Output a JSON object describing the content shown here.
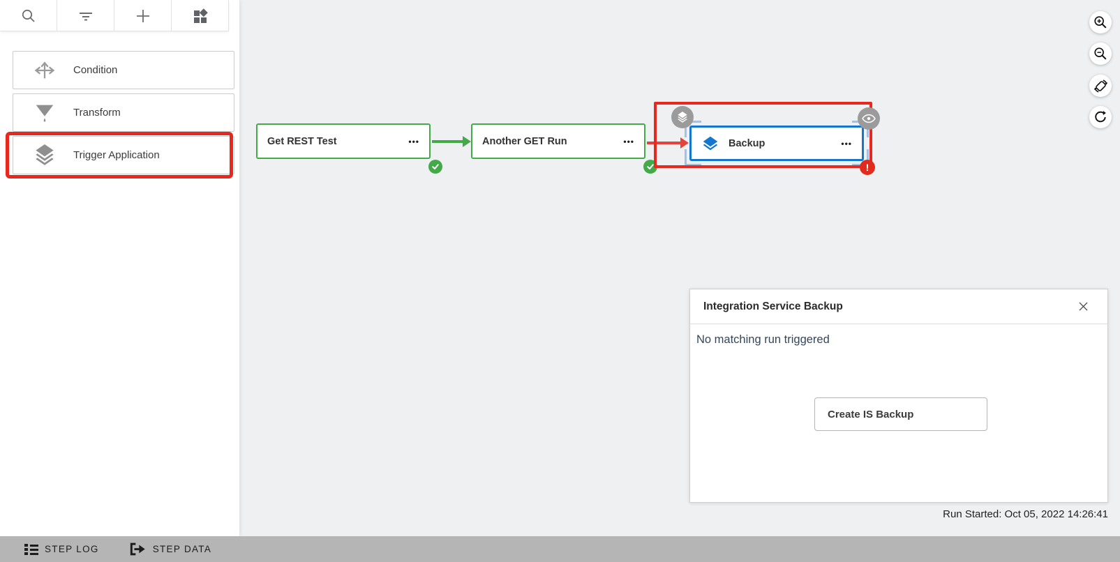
{
  "palette_toolbar": {
    "buttons": [
      {
        "icon": "search-icon"
      },
      {
        "icon": "filter-icon"
      },
      {
        "icon": "add-icon"
      },
      {
        "icon": "widgets-icon"
      }
    ]
  },
  "sidebar": {
    "items": [
      {
        "label": "Condition",
        "icon": "condition-arrows-icon",
        "highlighted": false
      },
      {
        "label": "Transform",
        "icon": "funnel-icon",
        "highlighted": false
      },
      {
        "label": "Trigger Application",
        "icon": "layers-icon",
        "highlighted": true
      }
    ]
  },
  "canvas": {
    "more_label": "•••",
    "error_label": "!",
    "nodes": [
      {
        "label": "Get REST Test",
        "status": "success",
        "border_color": "#44a948"
      },
      {
        "label": "Another GET Run",
        "status": "success",
        "border_color": "#44a948"
      },
      {
        "label": "Backup",
        "status": "error",
        "selected": true,
        "border_color": "#1377d0",
        "icon": "layers-icon",
        "badges": [
          "layers-badge",
          "eye-badge",
          "error-badge"
        ]
      }
    ],
    "edges": [
      {
        "from": "Get REST Test",
        "to": "Another GET Run",
        "color": "#44a948"
      },
      {
        "from": "Another GET Run",
        "to": "Backup",
        "color": "#e5423b"
      }
    ],
    "zoom_controls": [
      {
        "icon": "zoom-in-icon"
      },
      {
        "icon": "zoom-out-icon"
      },
      {
        "icon": "rotate-fit-icon"
      },
      {
        "icon": "refresh-icon"
      }
    ]
  },
  "panel": {
    "title": "Integration Service Backup",
    "close_icon": "close-icon",
    "message": "No matching run triggered",
    "button_label": "Create IS Backup"
  },
  "status": {
    "run_started": "Run Started: Oct 05, 2022 14:26:41"
  },
  "bottom_bar": {
    "tabs": [
      {
        "label": "STEP LOG",
        "icon": "step-log-list-icon"
      },
      {
        "label": "STEP DATA",
        "icon": "step-data-exit-icon"
      }
    ]
  },
  "colors": {
    "canvas_bg": "#eff0f2",
    "success_green": "#44a948",
    "error_red": "#e5423b",
    "annotation_red": "#e8281e",
    "selected_blue": "#1377d0",
    "badge_gray": "#9b9b9b",
    "bottom_bar_gray": "#b5b5b5",
    "message_navy": "#33475b"
  }
}
